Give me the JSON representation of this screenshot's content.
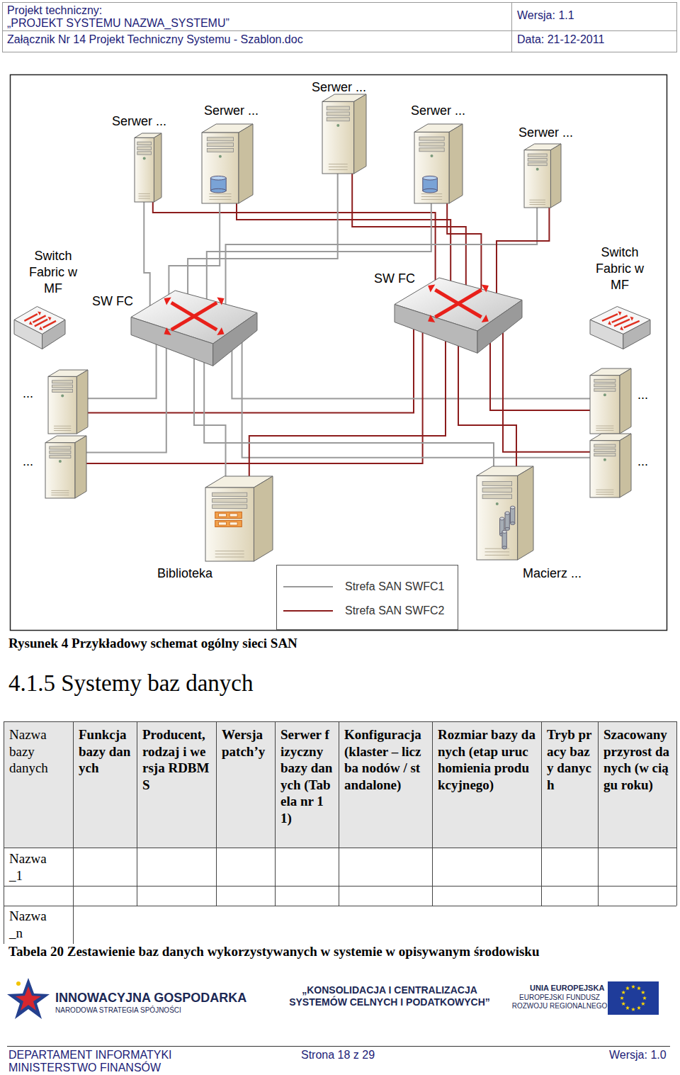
{
  "diagram": {
    "caption": "Rysunek 4 Przykładowy schemat ogólny sieci SAN",
    "nodes": [
      {
        "text": [
          "Serwer ..."
        ]
      },
      {
        "text": [
          "Serwer ..."
        ]
      },
      {
        "text": [
          "Serwer ..."
        ]
      },
      {
        "text": [
          "Serwer ..."
        ]
      },
      {
        "text": [
          "Serwer ..."
        ]
      },
      {
        "text": [
          "Switch Fabric w MF"
        ]
      },
      {
        "text": [
          "SW FC"
        ]
      },
      {
        "text": [
          "SW FC"
        ]
      },
      {
        "text": [
          "Switch Fabric w MF"
        ]
      },
      {
        "text": [
          "..."
        ]
      },
      {
        "text": [
          "..."
        ]
      },
      {
        "text": [
          "..."
        ]
      },
      {
        "text": [
          "..."
        ]
      },
      {
        "text": [
          "Biblioteka"
        ]
      },
      {
        "text": [
          "Macierz ..."
        ]
      }
    ],
    "edges": [
      {
        "from": 0,
        "to": 6,
        "arrow": "none"
      },
      {
        "from": 0,
        "to": 7,
        "arrow": "none"
      },
      {
        "from": 1,
        "to": 6,
        "arrow": "none"
      },
      {
        "from": 1,
        "to": 7,
        "arrow": "none"
      },
      {
        "from": 2,
        "to": 6,
        "arrow": "none"
      },
      {
        "from": 2,
        "to": 7,
        "arrow": "none"
      },
      {
        "from": 3,
        "to": 6,
        "arrow": "none"
      },
      {
        "from": 3,
        "to": 7,
        "arrow": "none"
      },
      {
        "from": 4,
        "to": 6,
        "arrow": "none"
      },
      {
        "from": 4,
        "to": 7,
        "arrow": "none"
      },
      {
        "from": 9,
        "to": 6,
        "arrow": "none"
      },
      {
        "from": 9,
        "to": 7,
        "arrow": "none"
      },
      {
        "from": 10,
        "to": 6,
        "arrow": "none"
      },
      {
        "from": 10,
        "to": 7,
        "arrow": "none"
      },
      {
        "from": 11,
        "to": 6,
        "arrow": "none"
      },
      {
        "from": 11,
        "to": 7,
        "arrow": "none"
      },
      {
        "from": 12,
        "to": 6,
        "arrow": "none"
      },
      {
        "from": 12,
        "to": 7,
        "arrow": "none"
      },
      {
        "from": 13,
        "to": 6,
        "arrow": "none"
      },
      {
        "from": 13,
        "to": 7,
        "arrow": "none"
      },
      {
        "from": 14,
        "to": 6,
        "arrow": "none"
      },
      {
        "from": 14,
        "to": 7,
        "arrow": "none"
      }
    ],
    "labels": [
      "Projekt techniczny:",
      "„PROJEKT SYSTEMU NAZWA_SYSTEMU”",
      "Wersja: 1.1",
      "Załącznik Nr 14 Projekt Techniczny Systemu - Szablon.doc",
      "Data: 21-12-2011",
      "4.1.5 Systemy baz danych",
      "Nazwa bazy danych",
      "Funkcja bazy danych",
      "Producent, rodzaj i wersja RDBMS",
      "Wersja patch’y",
      "Serwer fizyczny bazy danych (Tabela nr 11)",
      "Konfiguracja (klaster – liczba nodów / standalone)",
      "Rozmiar bazy danych (etap uruchomienia produkcyjnego)",
      "Tryb pracy bazy danych",
      "Szacowany przyrost danych (w ciągu roku)",
      "Nazwa_1",
      "Nazwa_n",
      "Tabela 20 Zestawienie baz danych wykorzystywanych w systemie w opisywanym środowisku",
      "INNOWACYJNA GOSPODARKA",
      "NARODOWA STRATEGIA SPÓJNOŚCI",
      "„KONSOLIDACJA I CENTRALIZACJA SYSTEMÓW CELNYCH I PODATKOWYCH”",
      "UNIA EUROPEJSKA",
      "EUROPEJSKI FUNDUSZ ROZWOJU REGIONALNEGO",
      "DEPARTAMENT INFORMATYKI",
      "MINISTERSTWO FINANSÓW",
      "Strona 18 z 29",
      "Wersja: 1.0"
    ],
    "legend": [
      {
        "text": "Strefa SAN SWFC1"
      },
      {
        "text": "Strefa SAN SWFC2"
      }
    ]
  }
}
